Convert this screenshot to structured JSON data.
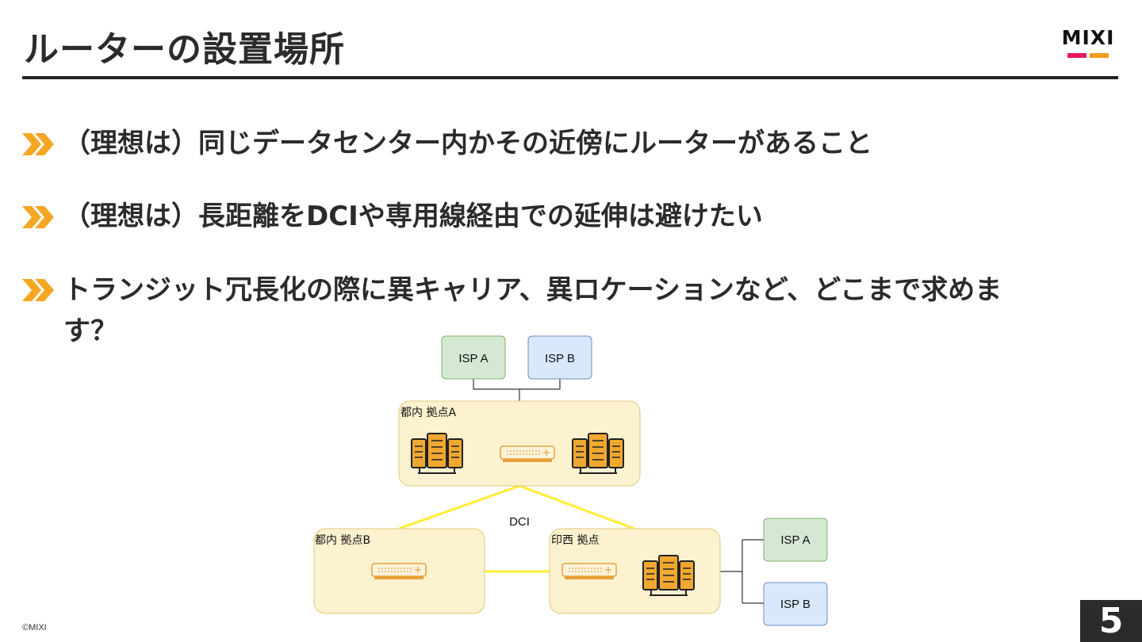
{
  "slide": {
    "title": "ルーターの設置場所",
    "logo": "MIXI",
    "copyright": "©MIXI",
    "page_number": "5"
  },
  "bullets": [
    {
      "text": "（理想は）同じデータセンター内かその近傍にルーターがあること"
    },
    {
      "text": "（理想は）長距離をDCIや専用線経由での延伸は避けたい"
    },
    {
      "text": "トランジット冗長化の際に異キャリア、異ロケーションなど、どこまで求めます？"
    }
  ],
  "diagram": {
    "top_isp_a": "ISP A",
    "top_isp_b": "ISP B",
    "site_a": "都内 拠点A",
    "site_b": "都内 拠点B",
    "site_c": "印西 拠点",
    "dci_label": "DCI",
    "right_isp_a": "ISP A",
    "right_isp_b": "ISP B"
  },
  "colors": {
    "accent_orange": "#f5a623",
    "site_fill": "#fdf2cf",
    "site_stroke": "#e0c87a",
    "isp_a_fill": "#d5e8d4",
    "isp_a_stroke": "#82b366",
    "isp_b_fill": "#dae8fc",
    "isp_b_stroke": "#6c8ebf",
    "dci_line": "#ffee33"
  }
}
